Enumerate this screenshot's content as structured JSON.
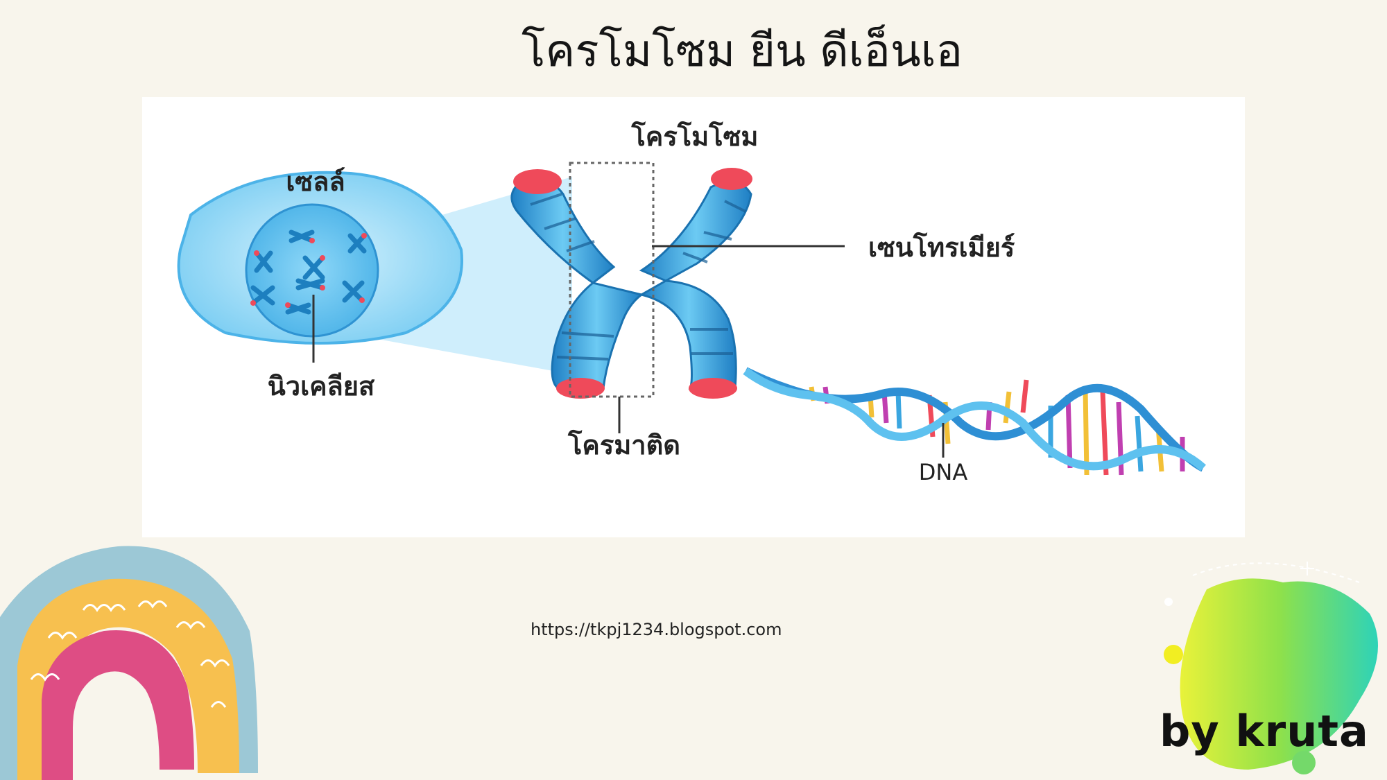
{
  "slide": {
    "title": "โครโมโซม ยีน ดีเอ็นเอ",
    "url": "https://tkpj1234.blogspot.com",
    "signature": "by kruta"
  },
  "diagram": {
    "labels": {
      "cell": "เซลล์",
      "nucleus": "นิวเคลียส",
      "chromosome": "โครโมโซม",
      "centromere": "เซนโทรเมียร์",
      "chromatid": "โครมาติด",
      "dna": "DNA"
    }
  },
  "colors": {
    "background": "#f8f5ec",
    "chromosome_blue": "#3aa6e0",
    "telomere_red": "#ef4a5a",
    "cell_outer": "#9fdcf7",
    "nucleus": "#5fc1ef"
  }
}
